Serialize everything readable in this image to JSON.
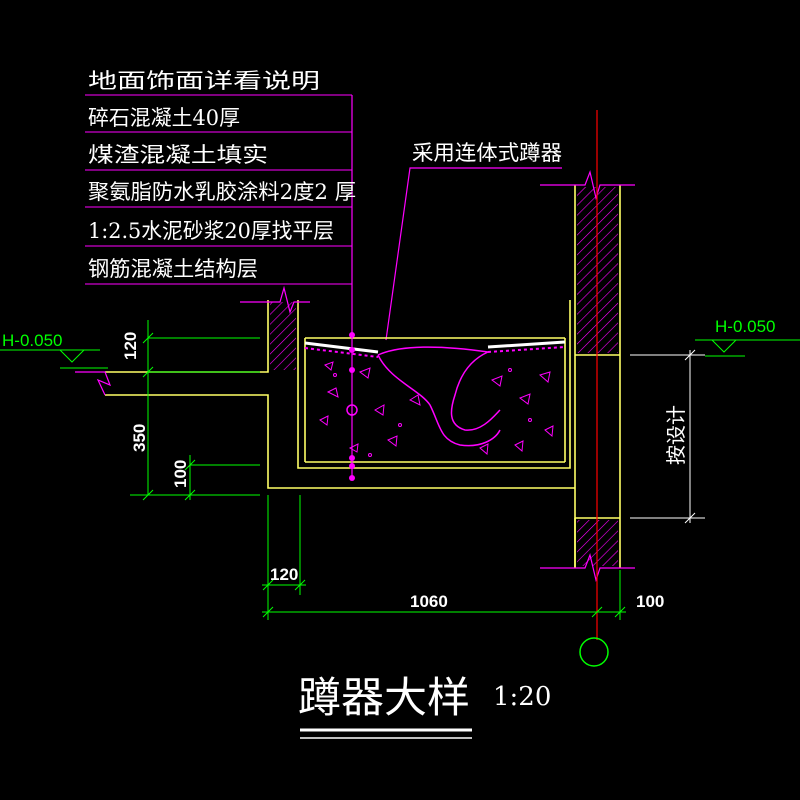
{
  "drawing": {
    "title": "蹲器大样",
    "scale": "1:20",
    "callout": "采用连体式蹲器",
    "side_note": "按设计",
    "layers": [
      "地面饰面详看说明",
      "碎石混凝土40厚",
      "煤渣混凝土填实",
      "聚氨脂防水乳胶涂料2度2 厚",
      "1:2.5水泥砂浆20厚找平层",
      "钢筋混凝土结构层"
    ],
    "elevations": {
      "left": "H-0.050",
      "right": "H-0.050"
    },
    "dimensions": {
      "height_top": "120",
      "height_total": "350",
      "height_step": "100",
      "width_left": "120",
      "width_main": "1060",
      "width_right": "100"
    }
  },
  "colors": {
    "background": "#000000",
    "structure": "#ffff66",
    "leader": "#ff00ff",
    "dimension": "#00ff00",
    "axis": "#ff0000",
    "text": "#ffffff"
  }
}
